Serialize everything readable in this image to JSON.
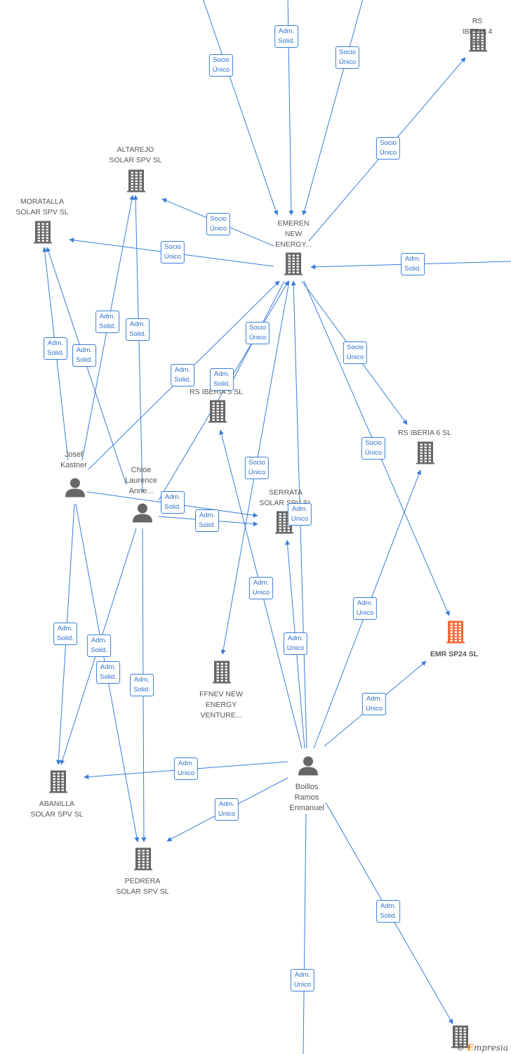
{
  "nodes": [
    {
      "id": "rs_iberia_4",
      "label": "RS IBERIA 4  SL",
      "type": "company",
      "color": "#666666"
    },
    {
      "id": "altarejo",
      "label": "ALTAREJO\nSOLAR SPV  SL",
      "type": "company",
      "color": "#666666"
    },
    {
      "id": "moratalla",
      "label": "MORATALLA\nSOLAR SPV  SL",
      "type": "company",
      "color": "#666666"
    },
    {
      "id": "emeren",
      "label": "EMEREN\nNEW\nENERGY...",
      "type": "company",
      "color": "#666666"
    },
    {
      "id": "rs_iberia_5",
      "label": "RS IBERIA 5  SL",
      "type": "company",
      "color": "#666666"
    },
    {
      "id": "rs_iberia_6",
      "label": "RS IBERIA 6  SL",
      "type": "company",
      "color": "#666666"
    },
    {
      "id": "serrata",
      "label": "SERRATA\nSOLAR SPV SL",
      "type": "company",
      "color": "#666666"
    },
    {
      "id": "emr_sp24",
      "label": "EMR SP24  SL",
      "type": "company",
      "color": "#f26a36",
      "highlight": true
    },
    {
      "id": "ffnev",
      "label": "FFNEV NEW\nENERGY\nVENTURE...",
      "type": "company",
      "color": "#666666"
    },
    {
      "id": "abanilla",
      "label": "ABANILLA\nSOLAR SPV  SL",
      "type": "company",
      "color": "#666666"
    },
    {
      "id": "pedrera",
      "label": "PEDRERA\nSOLAR SPV  SL",
      "type": "company",
      "color": "#666666"
    },
    {
      "id": "bottom_company",
      "label": "",
      "type": "company",
      "color": "#666666"
    },
    {
      "id": "josef",
      "label": "Josef\nKastner",
      "type": "person",
      "color": "#666666"
    },
    {
      "id": "chloe",
      "label": "Chloe\nLaurence\nAnne...",
      "type": "person",
      "color": "#666666"
    },
    {
      "id": "boillos",
      "label": "Boillos\nRamos\nEnmanuel",
      "type": "person",
      "color": "#666666"
    }
  ],
  "edges": [
    {
      "from": "offscreen_a",
      "to": "emeren",
      "label": "Socio\nÚnico"
    },
    {
      "from": "offscreen_b",
      "to": "emeren",
      "label": "Adm.\nSolid."
    },
    {
      "from": "offscreen_c",
      "to": "emeren",
      "label": "Socio\nÚnico"
    },
    {
      "from": "emeren",
      "to": "rs_iberia_4",
      "label": "Socio\nÚnico"
    },
    {
      "from": "emeren",
      "to": "altarejo",
      "label": "Socio\nÚnico"
    },
    {
      "from": "emeren",
      "to": "moratalla",
      "label": "Socio\nÚnico"
    },
    {
      "from": "offscreen_d",
      "to": "emeren",
      "label": "Adm.\nSolid."
    },
    {
      "from": "emeren",
      "to": "rs_iberia_5",
      "label": "Socio\nÚnico"
    },
    {
      "from": "emeren",
      "to": "rs_iberia_6",
      "label": "Socio\nÚnico"
    },
    {
      "from": "emeren",
      "to": "emr_sp24",
      "label": "Socio\nÚnico"
    },
    {
      "from": "emeren",
      "to": "ffnev",
      "label": "Socio\nÚnico"
    },
    {
      "from": "josef",
      "to": "altarejo",
      "label": "Adm.\nSolid."
    },
    {
      "from": "chloe",
      "to": "altarejo",
      "label": "Adm.\nSolid."
    },
    {
      "from": "josef",
      "to": "moratalla",
      "label": "Adm.\nSolid."
    },
    {
      "from": "chloe",
      "to": "moratalla",
      "label": "Adm.\nSolid."
    },
    {
      "from": "josef",
      "to": "emeren",
      "label": "Adm.\nSolid."
    },
    {
      "from": "chloe",
      "to": "emeren",
      "label": "Adm.\nSolid."
    },
    {
      "from": "josef",
      "to": "serrata",
      "label": "Adm.\nSolid."
    },
    {
      "from": "chloe",
      "to": "serrata",
      "label": "Adm.\nSolid."
    },
    {
      "from": "josef",
      "to": "abanilla",
      "label": "Adm.\nSolid."
    },
    {
      "from": "chloe",
      "to": "abanilla",
      "label": "Adm.\nSolid."
    },
    {
      "from": "josef",
      "to": "pedrera",
      "label": "Adm.\nSolid."
    },
    {
      "from": "chloe",
      "to": "pedrera",
      "label": "Adm.\nSolid."
    },
    {
      "from": "boillos",
      "to": "serrata",
      "label": "Adm.\nUnico"
    },
    {
      "from": "boillos",
      "to": "rs_iberia_5",
      "label": "Adm.\nUnico"
    },
    {
      "from": "boillos",
      "to": "emeren",
      "label": "Adm.\nUnico"
    },
    {
      "from": "boillos",
      "to": "rs_iberia_6",
      "label": "Adm.\nUnico"
    },
    {
      "from": "boillos",
      "to": "emr_sp24",
      "label": "Adm.\nUnico"
    },
    {
      "from": "boillos",
      "to": "abanilla",
      "label": "Adm.\nUnico"
    },
    {
      "from": "boillos",
      "to": "pedrera",
      "label": "Adm.\nUnico"
    },
    {
      "from": "boillos",
      "to": "bottom_company",
      "label": "Adm.\nSolid."
    },
    {
      "from": "boillos",
      "to": "offscreen_e",
      "label": "Adm.\nUnico"
    }
  ],
  "footer": {
    "copyright": "©",
    "brand_first": "E",
    "brand_rest": "mpresia"
  },
  "colors": {
    "edge": "#3a7dd8",
    "node": "#666666",
    "highlight": "#f26a36"
  }
}
